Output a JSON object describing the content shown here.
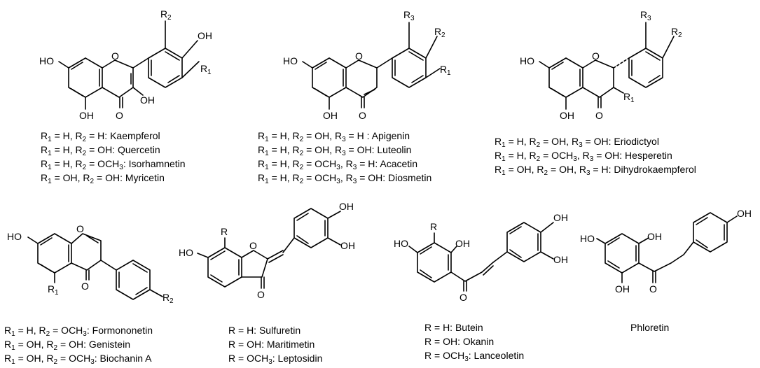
{
  "groups": [
    {
      "lines": [
        {
          "parts": [
            {
              "t": "R"
            },
            {
              "s": "1"
            },
            {
              "t": " = H, R"
            },
            {
              "s": "2"
            },
            {
              "t": " = H: Kaempferol"
            }
          ]
        },
        {
          "parts": [
            {
              "t": "R"
            },
            {
              "s": "1"
            },
            {
              "t": " = H, R"
            },
            {
              "s": "2"
            },
            {
              "t": " = OH: Quercetin"
            }
          ]
        },
        {
          "parts": [
            {
              "t": "R"
            },
            {
              "s": "1"
            },
            {
              "t": " = H, R"
            },
            {
              "s": "2"
            },
            {
              "t": " = OCH"
            },
            {
              "s": "3"
            },
            {
              "t": ": Isorhamnetin"
            }
          ]
        },
        {
          "parts": [
            {
              "t": "R"
            },
            {
              "s": "1"
            },
            {
              "t": " = OH, R"
            },
            {
              "s": "2"
            },
            {
              "t": " = OH: Myricetin"
            }
          ]
        }
      ]
    },
    {
      "lines": [
        {
          "parts": [
            {
              "t": "R"
            },
            {
              "s": "1"
            },
            {
              "t": " = H, R"
            },
            {
              "s": "2"
            },
            {
              "t": " = OH, R"
            },
            {
              "s": "3"
            },
            {
              "t": " = H : Apigenin"
            }
          ]
        },
        {
          "parts": [
            {
              "t": "R"
            },
            {
              "s": "1"
            },
            {
              "t": " = H, R"
            },
            {
              "s": "2"
            },
            {
              "t": " = OH, R"
            },
            {
              "s": "3"
            },
            {
              "t": " = OH: Luteolin"
            }
          ]
        },
        {
          "parts": [
            {
              "t": "R"
            },
            {
              "s": "1"
            },
            {
              "t": " = H, R"
            },
            {
              "s": "2"
            },
            {
              "t": " = OCH"
            },
            {
              "s": "3"
            },
            {
              "t": ", R"
            },
            {
              "s": "3"
            },
            {
              "t": " = H: Acacetin"
            }
          ]
        },
        {
          "parts": [
            {
              "t": "R"
            },
            {
              "s": "1"
            },
            {
              "t": " = H, R"
            },
            {
              "s": "2"
            },
            {
              "t": " = OCH"
            },
            {
              "s": "3"
            },
            {
              "t": ", R"
            },
            {
              "s": "3"
            },
            {
              "t": " = OH: Diosmetin"
            }
          ]
        }
      ]
    },
    {
      "lines": [
        {
          "parts": [
            {
              "t": "R"
            },
            {
              "s": "1"
            },
            {
              "t": " = H, R"
            },
            {
              "s": "2"
            },
            {
              "t": " = OH, R"
            },
            {
              "s": "3"
            },
            {
              "t": " = OH: Eriodictyol"
            }
          ]
        },
        {
          "parts": [
            {
              "t": "R"
            },
            {
              "s": "1"
            },
            {
              "t": " = H, R"
            },
            {
              "s": "2"
            },
            {
              "t": " = OCH"
            },
            {
              "s": "3"
            },
            {
              "t": ", R"
            },
            {
              "s": "3"
            },
            {
              "t": " = OH: Hesperetin"
            }
          ]
        },
        {
          "parts": [
            {
              "t": "R"
            },
            {
              "s": "1"
            },
            {
              "t": " = OH, R"
            },
            {
              "s": "2"
            },
            {
              "t": " = OH, R"
            },
            {
              "s": "3"
            },
            {
              "t": " = H: Dihydrokaempferol"
            }
          ]
        }
      ]
    },
    {
      "lines": [
        {
          "parts": [
            {
              "t": "R"
            },
            {
              "s": "1"
            },
            {
              "t": " = H, R"
            },
            {
              "s": "2"
            },
            {
              "t": " = OCH"
            },
            {
              "s": "3"
            },
            {
              "t": ": Formononetin"
            }
          ]
        },
        {
          "parts": [
            {
              "t": "R"
            },
            {
              "s": "1"
            },
            {
              "t": " = OH, R"
            },
            {
              "s": "2"
            },
            {
              "t": " = OH: Genistein"
            }
          ]
        },
        {
          "parts": [
            {
              "t": "R"
            },
            {
              "s": "1"
            },
            {
              "t": " = OH, R"
            },
            {
              "s": "2"
            },
            {
              "t": " = OCH"
            },
            {
              "s": "3"
            },
            {
              "t": ": Biochanin A"
            }
          ]
        }
      ]
    },
    {
      "lines": [
        {
          "parts": [
            {
              "t": "R = H: Sulfuretin"
            }
          ]
        },
        {
          "parts": [
            {
              "t": "R = OH: Maritimetin"
            }
          ]
        },
        {
          "parts": [
            {
              "t": "R = OCH"
            },
            {
              "s": "3"
            },
            {
              "t": ": Leptosidin"
            }
          ]
        }
      ]
    },
    {
      "lines": [
        {
          "parts": [
            {
              "t": "R = H: Butein"
            }
          ]
        },
        {
          "parts": [
            {
              "t": "R = OH: Okanin"
            }
          ]
        },
        {
          "parts": [
            {
              "t": "R = OCH"
            },
            {
              "s": "3"
            },
            {
              "t": ": Lanceoletin"
            }
          ]
        }
      ]
    },
    {
      "lines": [
        {
          "parts": [
            {
              "t": "Phloretin"
            }
          ]
        }
      ]
    }
  ],
  "atoms": {
    "oh": "OH",
    "ho": "HO",
    "o": "O",
    "r": "R",
    "n1": "1",
    "n2": "2",
    "n3": "3"
  }
}
